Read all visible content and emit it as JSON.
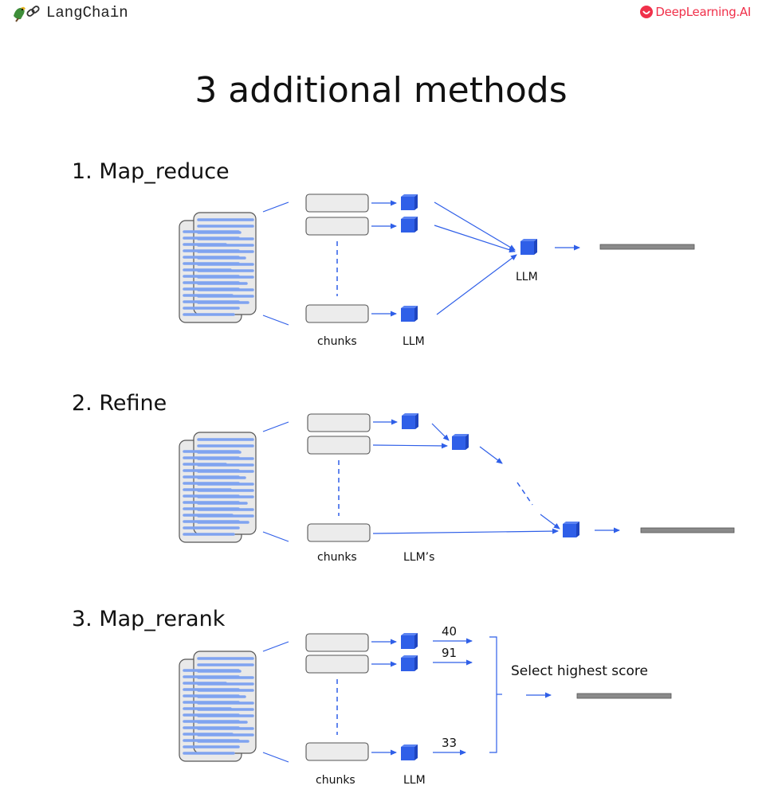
{
  "header": {
    "left_logo_icon": "parrot-link-icon",
    "left_logo_text": "LangChain",
    "right_logo_icon": "deeplearning-smile-icon",
    "right_logo_text": "DeepLearning.AI"
  },
  "title": "3 additional methods",
  "colors": {
    "llm_cube": "#2f5fe8",
    "arrow": "#2f5fe8",
    "doc_line": "#7fa3f0",
    "output_bar": "#8a8a8a",
    "chunk_fill": "#ececec",
    "brand_red": "#f0304a"
  },
  "methods": [
    {
      "title": "1. Map_reduce",
      "chunks_label": "chunks",
      "llm_label": "LLM",
      "combine_label": "LLM"
    },
    {
      "title": "2. Refine",
      "chunks_label": "chunks",
      "llm_label": "LLM’s"
    },
    {
      "title": "3. Map_rerank",
      "chunks_label": "chunks",
      "llm_label": "LLM",
      "scores": [
        "40",
        "91",
        "33"
      ],
      "select_label": "Select highest score"
    }
  ]
}
